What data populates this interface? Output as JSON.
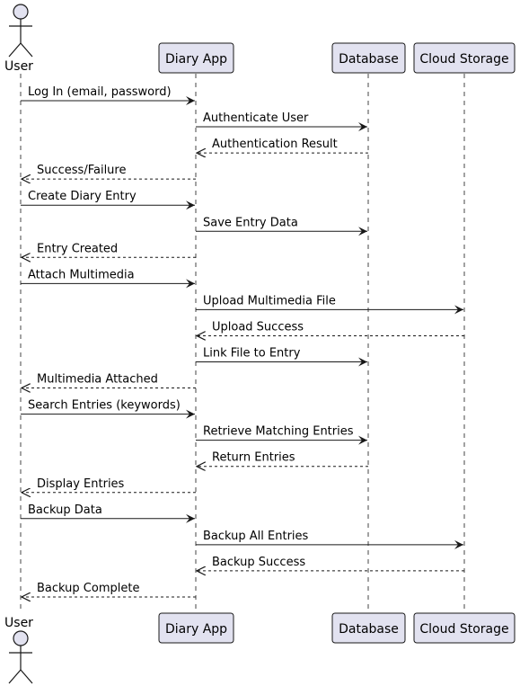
{
  "participants": [
    {
      "id": "user",
      "label": "User",
      "kind": "actor"
    },
    {
      "id": "app",
      "label": "Diary App",
      "kind": "box"
    },
    {
      "id": "db",
      "label": "Database",
      "kind": "box"
    },
    {
      "id": "cloud",
      "label": "Cloud Storage",
      "kind": "box"
    }
  ],
  "messages": [
    {
      "from": "user",
      "to": "app",
      "label": "Log In (email, password)",
      "dashed": false
    },
    {
      "from": "app",
      "to": "db",
      "label": "Authenticate User",
      "dashed": false
    },
    {
      "from": "db",
      "to": "app",
      "label": "Authentication Result",
      "dashed": true
    },
    {
      "from": "app",
      "to": "user",
      "label": "Success/Failure",
      "dashed": true
    },
    {
      "from": "user",
      "to": "app",
      "label": "Create Diary Entry",
      "dashed": false
    },
    {
      "from": "app",
      "to": "db",
      "label": "Save Entry Data",
      "dashed": false
    },
    {
      "from": "app",
      "to": "user",
      "label": "Entry Created",
      "dashed": true
    },
    {
      "from": "user",
      "to": "app",
      "label": "Attach Multimedia",
      "dashed": false
    },
    {
      "from": "app",
      "to": "cloud",
      "label": "Upload Multimedia File",
      "dashed": false
    },
    {
      "from": "cloud",
      "to": "app",
      "label": "Upload Success",
      "dashed": true
    },
    {
      "from": "app",
      "to": "db",
      "label": "Link File to Entry",
      "dashed": false
    },
    {
      "from": "app",
      "to": "user",
      "label": "Multimedia Attached",
      "dashed": true
    },
    {
      "from": "user",
      "to": "app",
      "label": "Search Entries (keywords)",
      "dashed": false
    },
    {
      "from": "app",
      "to": "db",
      "label": "Retrieve Matching Entries",
      "dashed": false
    },
    {
      "from": "db",
      "to": "app",
      "label": "Return Entries",
      "dashed": true
    },
    {
      "from": "app",
      "to": "user",
      "label": "Display Entries",
      "dashed": true
    },
    {
      "from": "user",
      "to": "app",
      "label": "Backup Data",
      "dashed": false
    },
    {
      "from": "app",
      "to": "cloud",
      "label": "Backup All Entries",
      "dashed": false
    },
    {
      "from": "cloud",
      "to": "app",
      "label": "Backup Success",
      "dashed": true
    },
    {
      "from": "app",
      "to": "user",
      "label": "Backup Complete",
      "dashed": true
    }
  ],
  "colors": {
    "participant_fill": "#e2e2f0",
    "participant_border": "#181818",
    "lifeline": "#181818",
    "arrow": "#181818"
  }
}
